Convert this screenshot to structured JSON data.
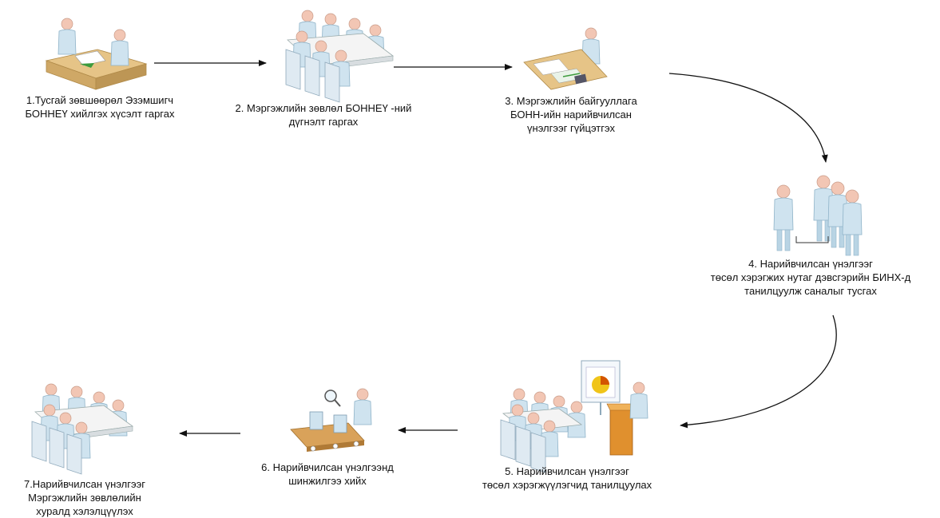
{
  "steps": [
    {
      "lines": [
        "1.Тусгай зөвшөөрөл Эзэмшигч",
        "БОННЕҮ хийлгэх хүсэлт гаргах"
      ],
      "icon": "meeting-desk-icon"
    },
    {
      "lines": [
        "2. Мэргэжлийн зөвлөл БОННЕҮ -ний",
        "дүгнэлт гаргах"
      ],
      "icon": "conference-table-icon"
    },
    {
      "lines": [
        "3. Мэргэжлийн байгууллага",
        "БОНН-ийн нарийвчилсан",
        "үнэлгээг гүйцэтгэх"
      ],
      "icon": "analyst-desk-icon"
    },
    {
      "lines": [
        "4. Нарийвчилсан үнэлгээг",
        "төсөл хэрэгжих нутаг дэвсгэрийн БИНХ-д",
        "танилцуулж саналыг тусгах"
      ],
      "icon": "group-people-icon"
    },
    {
      "lines": [
        "5. Нарийвчилсан үнэлгээг",
        "төсөл хэрэгжүүлэгчид танилцуулах"
      ],
      "icon": "presentation-icon"
    },
    {
      "lines": [
        "6. Нарийвчилсан үнэлгээнд",
        "шинжилгээ хийх"
      ],
      "icon": "inspection-conveyor-icon"
    },
    {
      "lines": [
        "7.Нарийвчилсан үнэлгээг",
        "Мэргэжлийн зөвлөлийн",
        "хуралд хэлэлцүүлэх"
      ],
      "icon": "conference-table-icon"
    }
  ],
  "colors": {
    "figure": "#cfe3ef",
    "figure_shade": "#9fc2d8",
    "skin": "#f2c6b4",
    "table_top": "#f4f4f4",
    "desk": "#e6c487",
    "arrow": "#111111"
  }
}
